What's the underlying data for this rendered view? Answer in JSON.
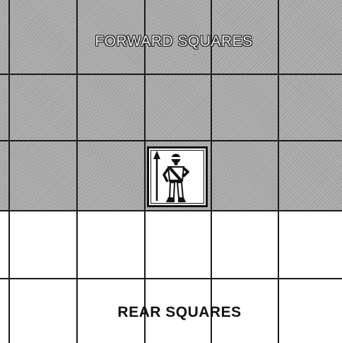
{
  "diagram": {
    "forward_label": "FORWARD SQUARES",
    "rear_label": "REAR SQUARES",
    "columns": 5,
    "rows": 5,
    "forward_rows": 3,
    "rear_rows": 2,
    "piece": {
      "icon": "soldier-with-spear-icon",
      "column": 3,
      "row": 3,
      "facing": "forward"
    },
    "colors": {
      "forward_fill": "#a9a9a9",
      "rear_fill": "#ffffff",
      "grid_line": "#1a1a1a"
    }
  }
}
